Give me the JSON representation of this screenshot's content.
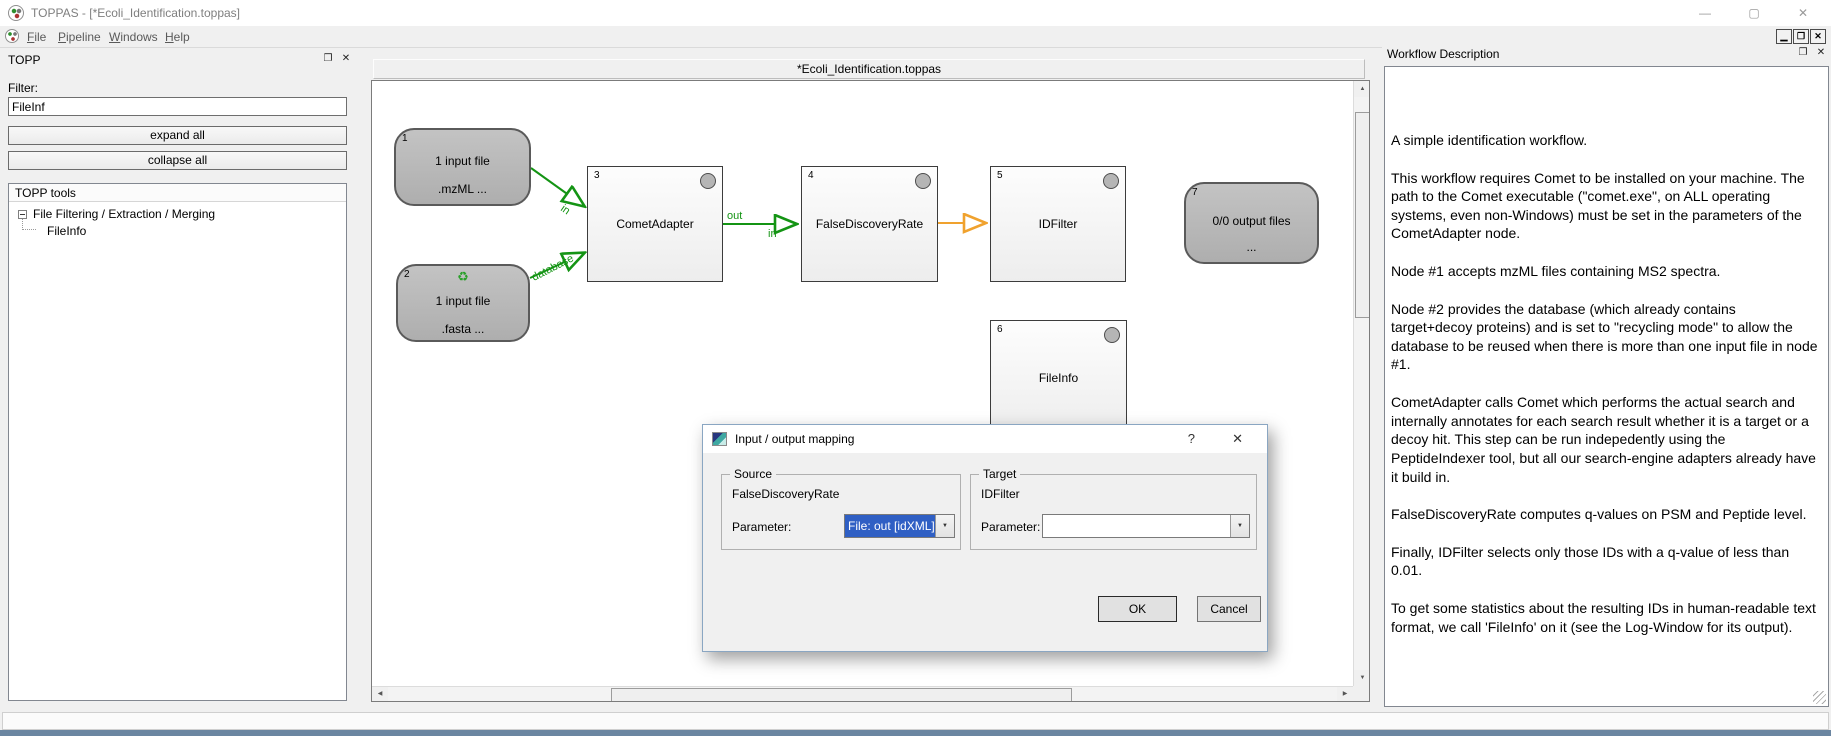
{
  "titlebar": {
    "title": "TOPPAS - [*Ecoli_Identification.toppas]",
    "minimize": "—",
    "maximize": "▢",
    "close": "✕"
  },
  "menubar": {
    "items": {
      "file": "File",
      "pipeline": "Pipeline",
      "windows": "Windows",
      "help": "Help"
    },
    "mdi": {
      "minimize": "▁",
      "restore": "❐",
      "close": "✕"
    }
  },
  "glyphs": {
    "float": "❐",
    "close": "✕",
    "up": "▲",
    "down": "▼",
    "left": "◀",
    "right": "▶",
    "combo_arrow": "▼",
    "recycle": "♻︎"
  },
  "left_panel": {
    "title": "TOPP",
    "filter_label": "Filter:",
    "filter_value": "FileInf",
    "expand_all": "expand all",
    "collapse_all": "collapse all",
    "tools_header": "TOPP tools",
    "tree_root": "File Filtering / Extraction / Merging",
    "tree_child": "FileInfo"
  },
  "canvas": {
    "tab_title": "*Ecoli_Identification.toppas",
    "nodes": {
      "n1": {
        "num": "1",
        "line1": "1 input file",
        "line2": ".mzML ..."
      },
      "n2": {
        "num": "2",
        "line1": "1 input file",
        "line2": ".fasta ..."
      },
      "n3": {
        "num": "3",
        "label": "CometAdapter"
      },
      "n4": {
        "num": "4",
        "label": "FalseDiscoveryRate"
      },
      "n5": {
        "num": "5",
        "label": "IDFilter"
      },
      "n6": {
        "num": "6",
        "label": "FileInfo"
      },
      "n7": {
        "num": "7",
        "line1": "0/0 output files",
        "line2": "..."
      }
    },
    "edge_labels": {
      "e1_in": "in",
      "e2_database": "database",
      "e3_out": "out",
      "e3_in": "in"
    },
    "edge_colors": {
      "green": "#149414",
      "orange": "#f0a22e"
    }
  },
  "dialog": {
    "title": "Input / output mapping",
    "help": "?",
    "close": "✕",
    "source_group": "Source",
    "source_node": "FalseDiscoveryRate",
    "source_param_label": "Parameter:",
    "source_param_value": "File: out [idXML]",
    "target_group": "Target",
    "target_node": "IDFilter",
    "target_param_label": "Parameter:",
    "target_param_value": "",
    "ok": "OK",
    "cancel": "Cancel"
  },
  "right_panel": {
    "title": "Workflow Description",
    "paragraphs": [
      "A simple identification workflow.",
      "This workflow requires Comet to be installed on your machine. The path to the Comet executable (\"comet.exe\", on ALL operating systems, even non-Windows) must be set in the parameters of the CometAdapter node.",
      "Node #1 accepts mzML files containing MS2 spectra.",
      "Node #2 provides the database (which already contains target+decoy proteins) and is set to \"recycling mode\" to allow the database to be reused when there is more than one input file in node #1.",
      "CometAdapter calls Comet which performs the actual search and internally annotates for each search result whether it is a target or a decoy hit. This step can be run indepedently using the PeptideIndexer tool, but all our search-engine adapters already have it build in.",
      "FalseDiscoveryRate computes q-values on PSM and Peptide level.",
      "Finally, IDFilter selects only those IDs with a q-value of less than 0.01.",
      "To get some statistics about the resulting IDs in human-readable text format, we call 'FileInfo' on it (see the Log-Window for its output)."
    ]
  }
}
